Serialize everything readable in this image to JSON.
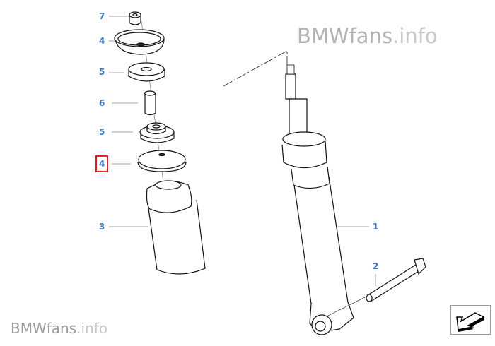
{
  "watermark_top": {
    "brand": "BMWfans",
    "suffix": ".info"
  },
  "watermark_bottom": {
    "brand": "BMWfans",
    "suffix": ".info"
  },
  "callouts": [
    {
      "number": "7"
    },
    {
      "number": "4"
    },
    {
      "number": "5"
    },
    {
      "number": "6"
    },
    {
      "number": "5"
    },
    {
      "number": "4",
      "selected": true
    },
    {
      "number": "3"
    },
    {
      "number": "1"
    },
    {
      "number": "2"
    }
  ],
  "colors": {
    "callout": "#3a78c0",
    "selection": "#e02020",
    "watermark": "#b4b4b4"
  }
}
